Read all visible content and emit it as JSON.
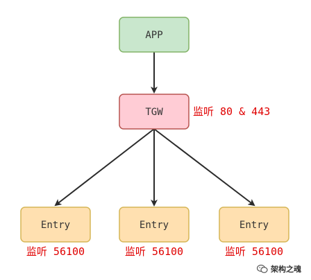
{
  "nodes": {
    "app": {
      "label": "APP",
      "fill": "#c9e7cd",
      "stroke": "#82b366"
    },
    "tgw": {
      "label": "TGW",
      "fill": "#ffccd5",
      "stroke": "#b85450"
    },
    "entries": [
      {
        "label": "Entry",
        "note": "监听 56100"
      },
      {
        "label": "Entry",
        "note": "监听 56100"
      },
      {
        "label": "Entry",
        "note": "监听 56100"
      }
    ],
    "entry_style": {
      "fill": "#ffe0b0",
      "stroke": "#d6b656"
    }
  },
  "annotations": {
    "tgw_note": "监听 80 & 443",
    "note_color": "#e00000"
  },
  "watermark": {
    "icon": "wechat-icon",
    "text": "架构之魂"
  }
}
